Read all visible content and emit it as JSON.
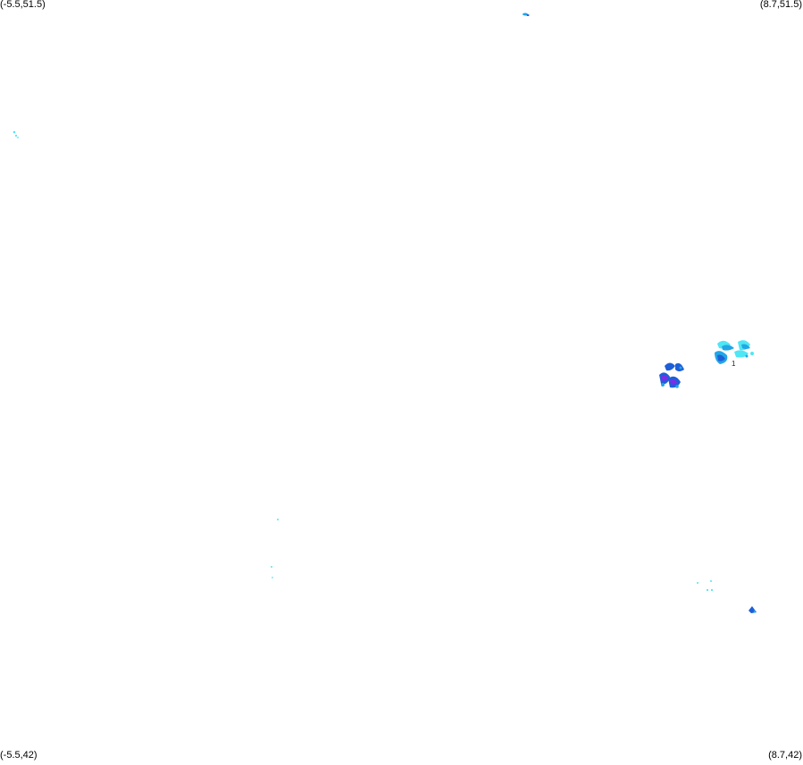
{
  "corners": {
    "top_left": "(-5.5,51.5)",
    "top_right": "(8.7,51.5)",
    "bottom_left": "(-5.5,42)",
    "bottom_right": "(8.7,42)"
  },
  "bounds": {
    "lon_min": -5.5,
    "lon_max": 8.7,
    "lat_min": 42,
    "lat_max": 51.5
  },
  "colors": {
    "light": "#4fe6f5",
    "mid": "#22a6e6",
    "dark": "#1e5fd8",
    "intense": "#7a2ee8",
    "background": "#ffffff"
  },
  "marker_label": "1"
}
